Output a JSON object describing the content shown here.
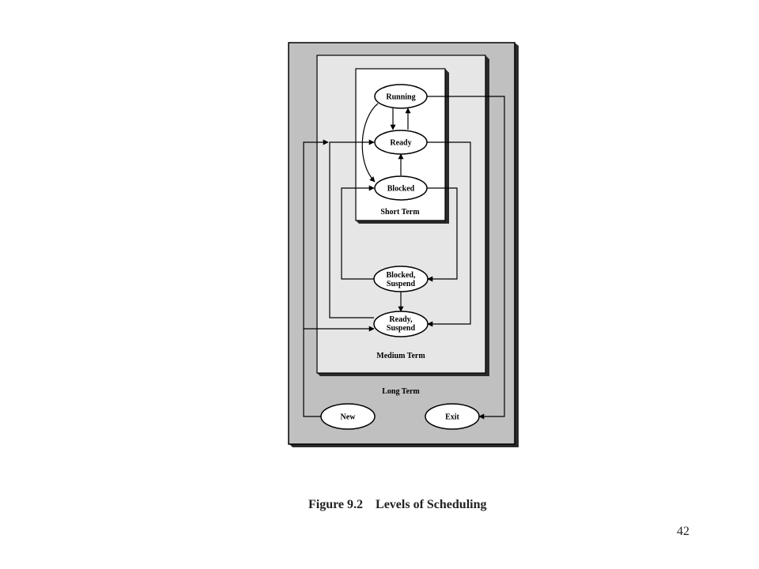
{
  "regions": {
    "long_term": "Long Term",
    "medium_term": "Medium Term",
    "short_term": "Short Term"
  },
  "states": {
    "running": "Running",
    "ready": "Ready",
    "blocked": "Blocked",
    "blocked_suspend_line1": "Blocked,",
    "blocked_suspend_line2": "Suspend",
    "ready_suspend_line1": "Ready,",
    "ready_suspend_line2": "Suspend",
    "new": "New",
    "exit": "Exit"
  },
  "caption": {
    "figure_number": "Figure 9.2",
    "title": "Levels of Scheduling"
  },
  "page_number": "42",
  "colors": {
    "long_term_fill": "#c0c0c0",
    "medium_term_fill": "#e6e6e6",
    "short_term_fill": "#ffffff",
    "shadow": "#2a2a2a",
    "stroke": "#000000"
  }
}
